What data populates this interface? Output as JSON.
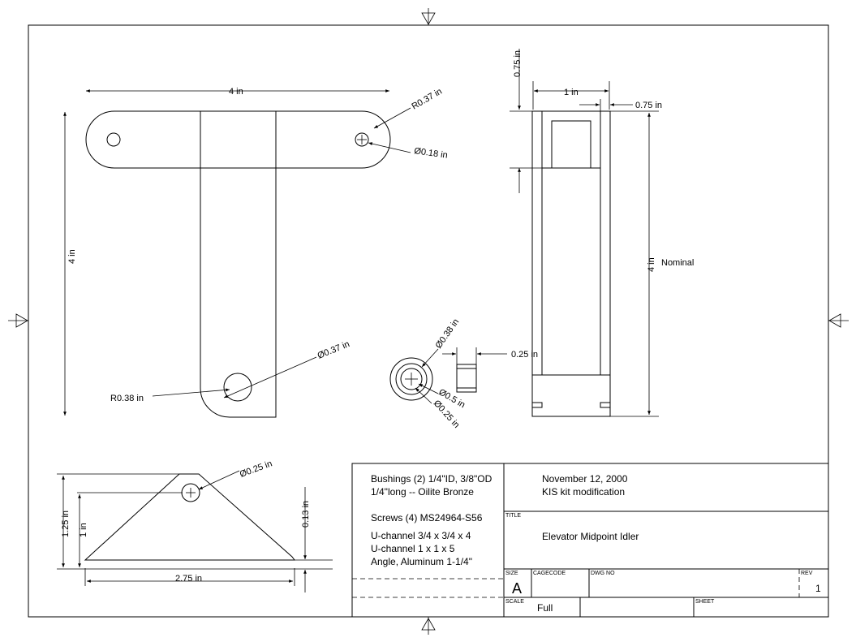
{
  "dims": {
    "top_width": "4 in",
    "top_r_right": "R0.37 in",
    "top_hole_small": "Ø0.18 in",
    "left_height": "4 in",
    "bottom_hole": "Ø0.37 in",
    "bottom_r": "R0.38 in",
    "side_top": "0.75 in",
    "side_width": "1 in",
    "side_right": "0.75 in",
    "side_height": "4 in",
    "side_nominal": "Nominal",
    "bushing_od": "Ø0.38 in",
    "bushing_len": "0.25 in",
    "bushing_inner": "Ø0.5 in",
    "bushing_id": "Ø0.25 in",
    "angle_hole": "Ø0.25 in",
    "angle_125": "1.25 in",
    "angle_1": "1 in",
    "angle_013": "0.13 in",
    "angle_width": "2.75 in"
  },
  "title_block": {
    "bom_line1": "Bushings (2) 1/4\"ID, 3/8\"OD",
    "bom_line2": "1/4\"long -- Oilite Bronze",
    "bom_line3": "Screws (4) MS24964-S56",
    "bom_line4": "U-channel 3/4 x 3/4 x 4",
    "bom_line5": "U-channel 1 x 1 x 5",
    "bom_line6": "Angle, Aluminum 1-1/4\"",
    "date": "November 12, 2000",
    "note": "KIS kit modification",
    "title_label": "TITLE",
    "title": "Elevator Midpoint Idler",
    "size_label": "SIZE",
    "size": "A",
    "cage_label": "CAGECODE",
    "dwg_label": "DWG NO",
    "rev_label": "REV",
    "rev": "1",
    "scale_label": "SCALE",
    "scale": "Full",
    "sheet_label": "SHEET"
  }
}
